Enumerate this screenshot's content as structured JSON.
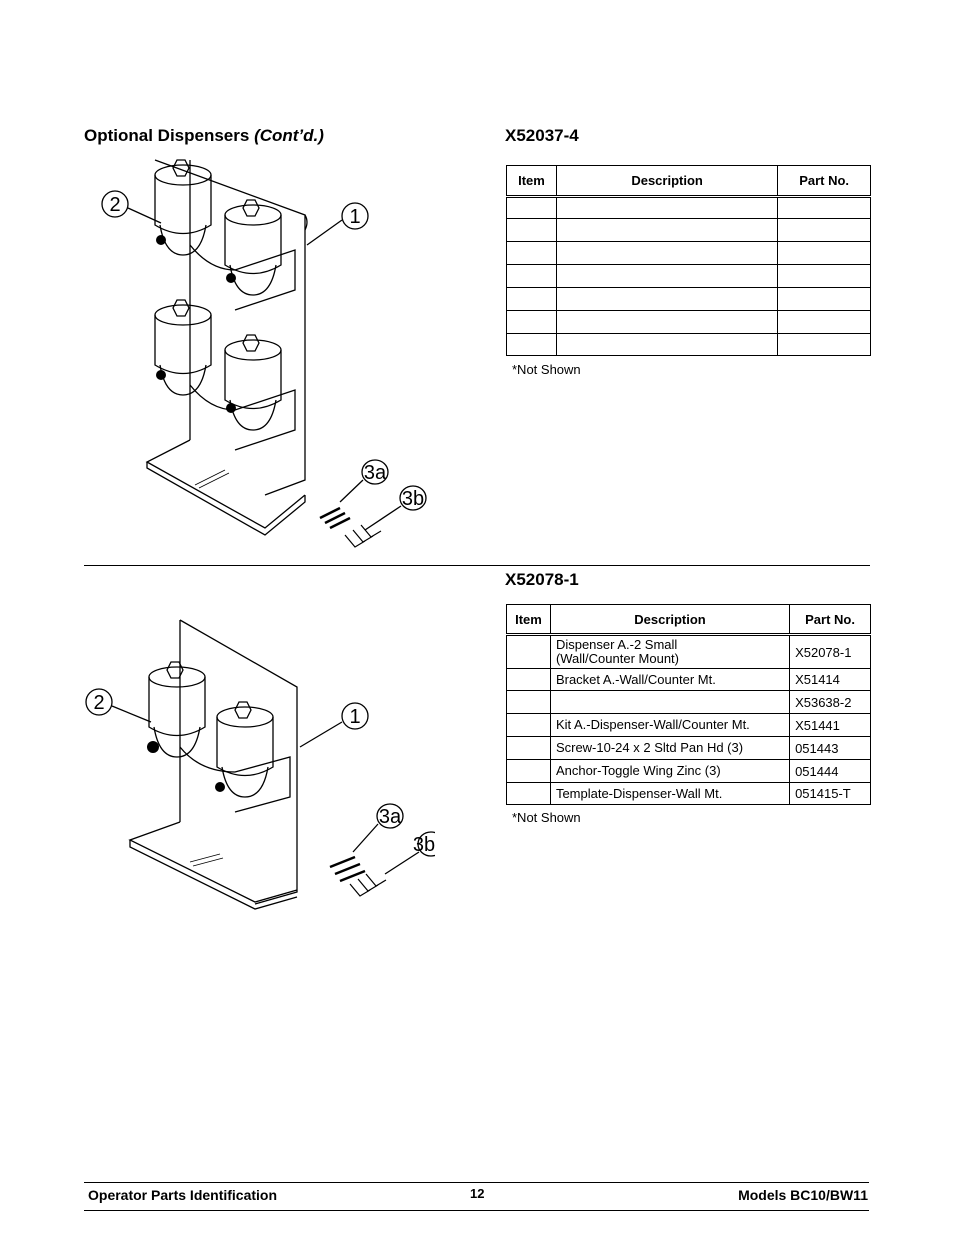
{
  "heading": {
    "title": "Optional Dispensers",
    "subtitle": "(Cont’d.)"
  },
  "kits": [
    {
      "kit_number": "X52037-4",
      "columns": [
        "Item",
        "Description",
        "Part No."
      ],
      "rows": [
        {
          "item": "",
          "description": "",
          "part_no": ""
        },
        {
          "item": "",
          "description": "",
          "part_no": ""
        },
        {
          "item": "",
          "description": "",
          "part_no": ""
        },
        {
          "item": "",
          "description": "",
          "part_no": ""
        },
        {
          "item": "",
          "description": "",
          "part_no": ""
        },
        {
          "item": "",
          "description": "",
          "part_no": ""
        },
        {
          "item": "",
          "description": "",
          "part_no": ""
        }
      ],
      "note": "*Not Shown",
      "callouts": [
        "1",
        "2",
        "3a",
        "3b"
      ]
    },
    {
      "kit_number": "X52078-1",
      "columns": [
        "Item",
        "Description",
        "Part No."
      ],
      "rows": [
        {
          "item": "",
          "description": "Dispenser A.-2 Small\n(Wall/Counter Mount)",
          "part_no": "X52078-1"
        },
        {
          "item": "",
          "description": "Bracket A.-Wall/Counter Mt.",
          "part_no": "X51414"
        },
        {
          "item": "",
          "description": "",
          "part_no": "X53638-2"
        },
        {
          "item": "",
          "description": "Kit A.-Dispenser-Wall/Counter Mt.",
          "part_no": "X51441"
        },
        {
          "item": "",
          "description": "Screw-10-24 x 2 Sltd Pan Hd (3)",
          "part_no": "051443"
        },
        {
          "item": "",
          "description": "Anchor-Toggle Wing Zinc (3)",
          "part_no": "051444"
        },
        {
          "item": "",
          "description": "Template-Dispenser-Wall Mt.",
          "part_no": "051415-T"
        }
      ],
      "note": "*Not Shown",
      "callouts": [
        "1",
        "2",
        "3a",
        "3b"
      ]
    }
  ],
  "footer": {
    "left": "Operator Parts Identification",
    "page": "12",
    "right": "Models BC10/BW11"
  }
}
